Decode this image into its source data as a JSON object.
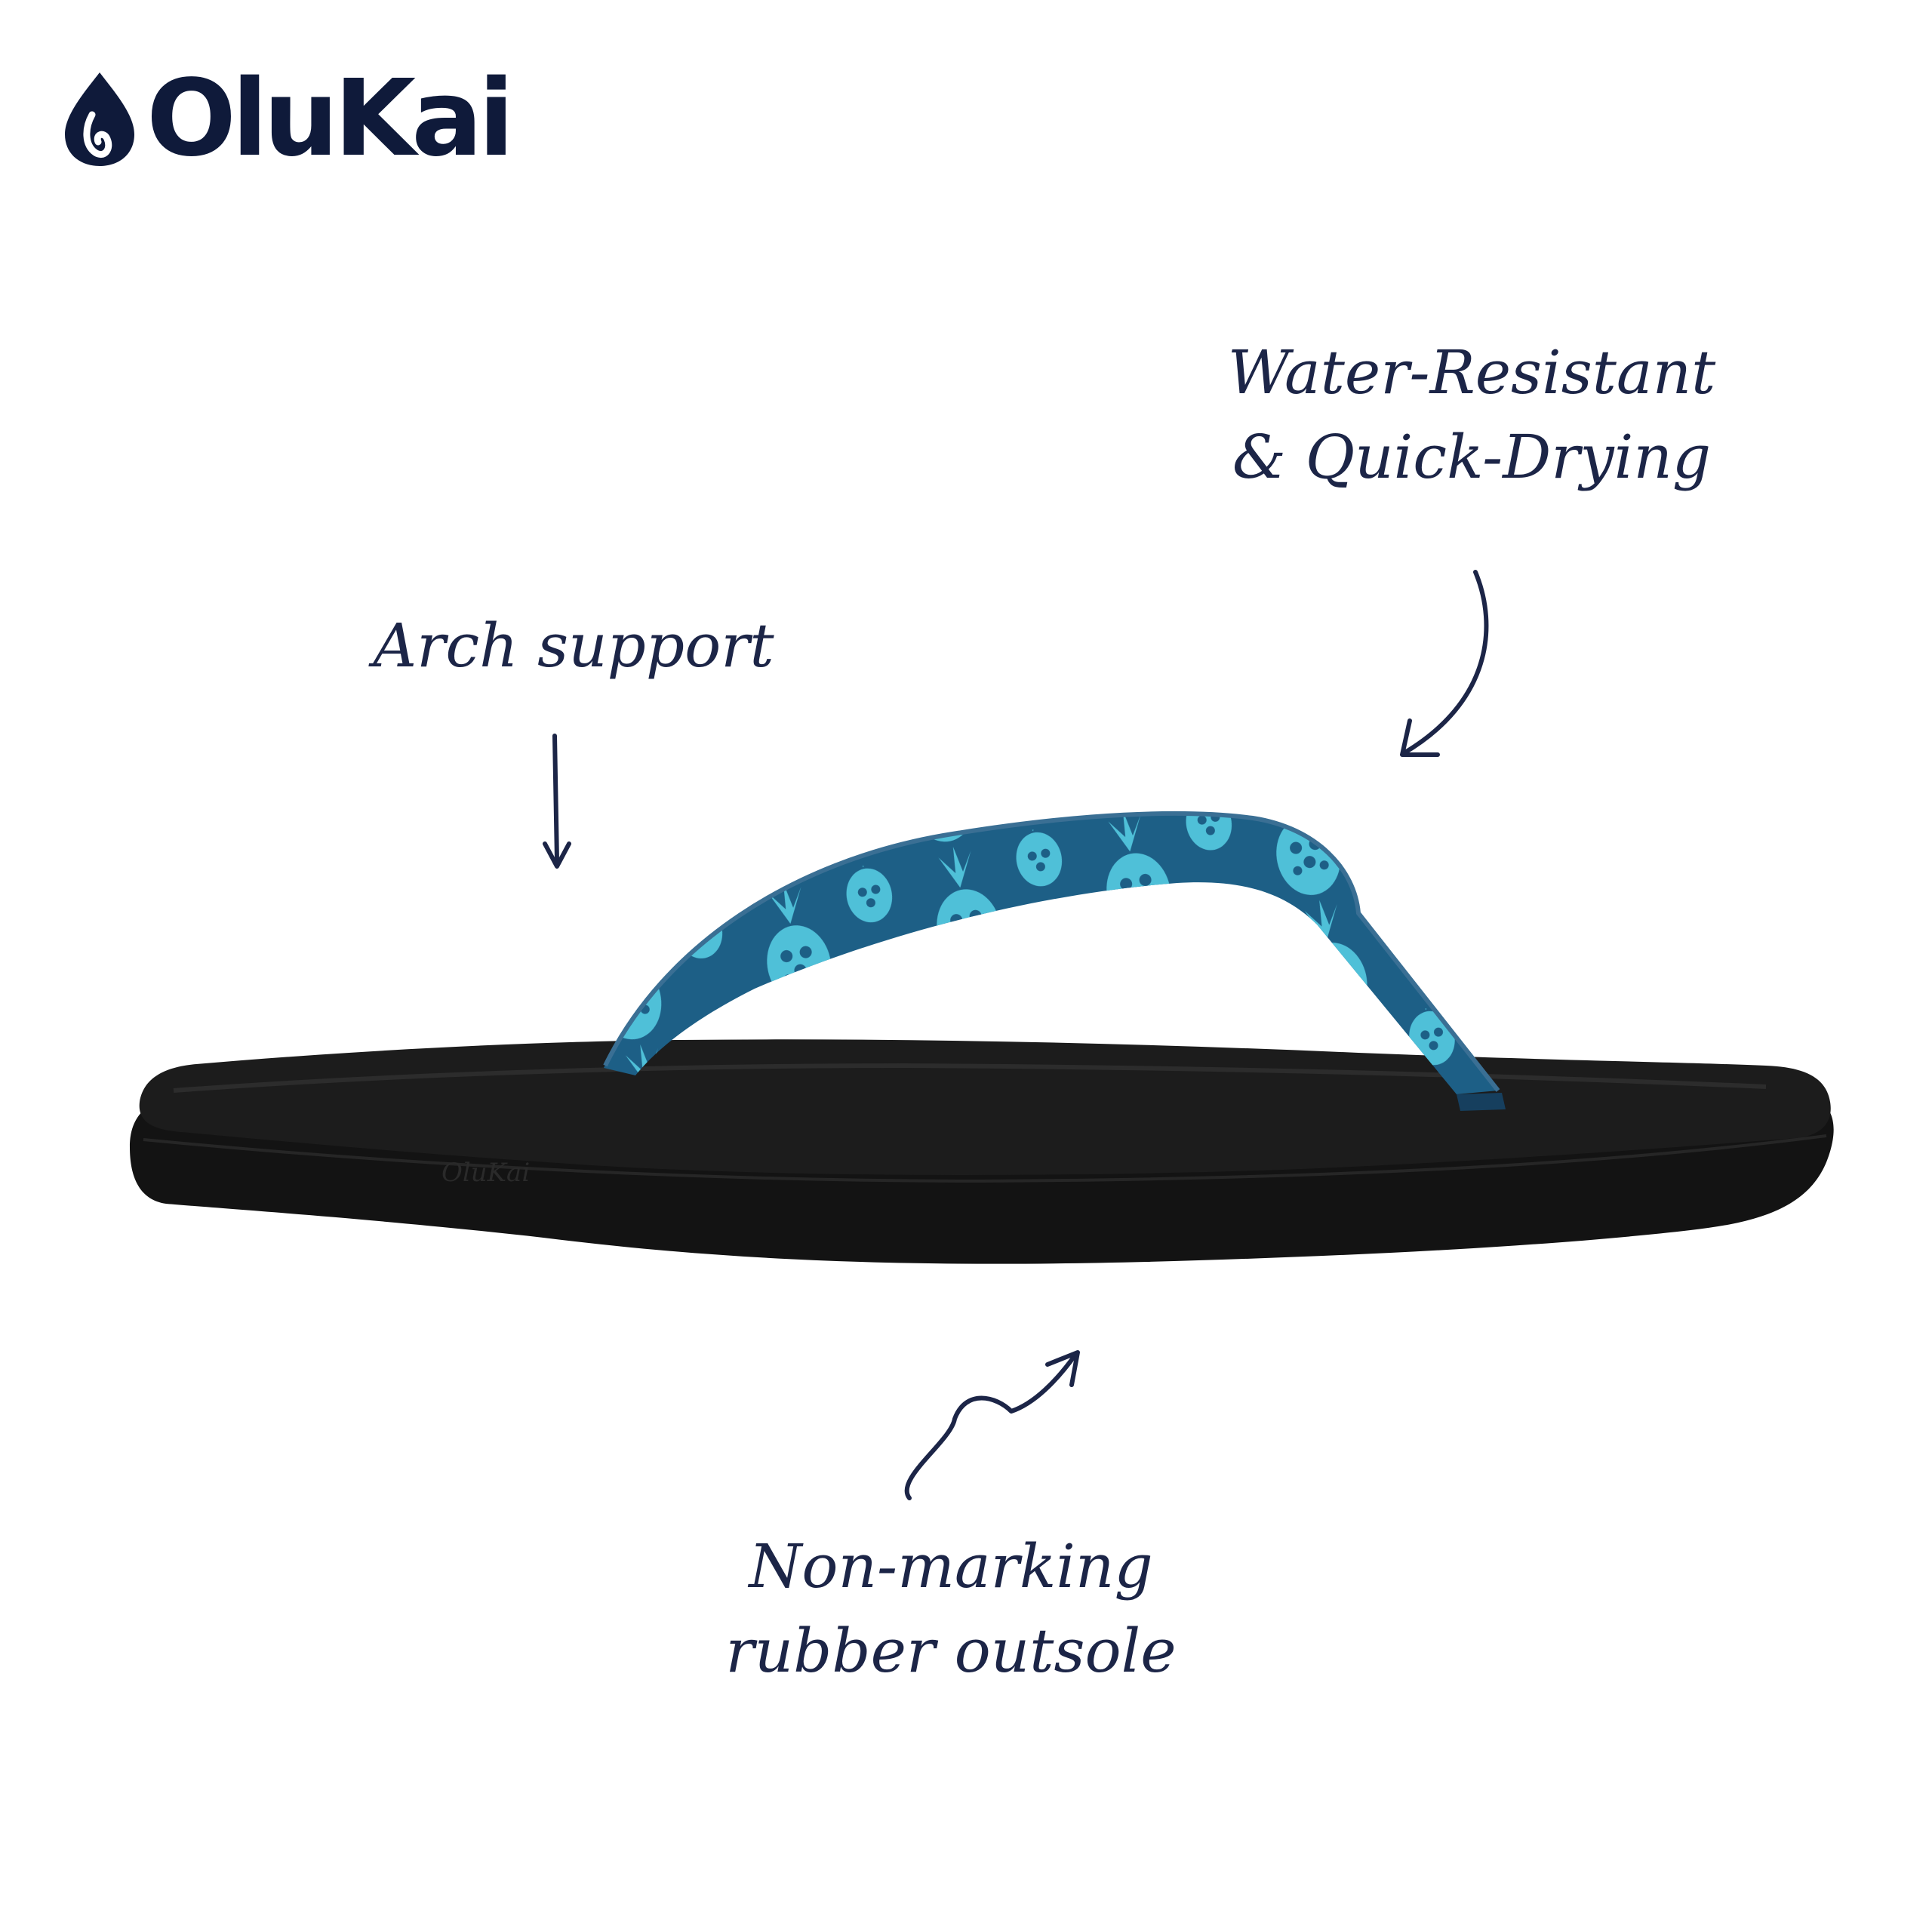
{
  "brand": {
    "logo_text": "OluKai",
    "mark_icon": "olukai-wave-drop-icon",
    "color": "#0f1a3a"
  },
  "callouts": {
    "water": {
      "line1": "Water-Resistant",
      "line2": "& Quick-Drying"
    },
    "arch": {
      "line1": "Arch support"
    },
    "sole": {
      "line1": "Non-marking",
      "line2": "rubber outsole"
    }
  },
  "product": {
    "type": "flip-flop sandal",
    "strap_color": "#1d5f86",
    "pattern_color": "#4fc0d8",
    "sole_color": "#121212",
    "sole_imprint": "OluKai"
  },
  "colors": {
    "text": "#1c2547",
    "background": "#ffffff"
  }
}
